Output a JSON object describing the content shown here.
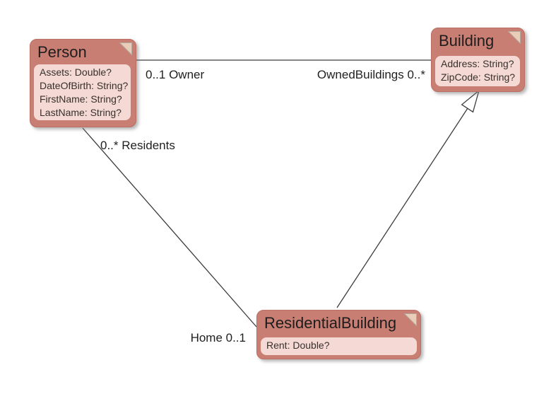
{
  "diagram": {
    "type": "uml-class-diagram",
    "colors": {
      "node-fill": "#c97e73",
      "node-border": "#bb6e63",
      "compartment-fill": "#f4d9d4",
      "fold-fill": "#e9cdb9",
      "edge-color": "#3c3c3c",
      "canvas-bg": "#ffffff"
    }
  },
  "nodes": {
    "person": {
      "title": "Person",
      "attributes": [
        "Assets: Double?",
        "DateOfBirth: String?",
        "FirstName: String?",
        "LastName: String?"
      ]
    },
    "building": {
      "title": "Building",
      "attributes": [
        "Address: String?",
        "ZipCode: String?"
      ]
    },
    "residential_building": {
      "title": "ResidentialBuilding",
      "attributes": [
        "Rent: Double?"
      ]
    }
  },
  "edges": {
    "owner_association": {
      "source_label": "0..1 Owner",
      "target_label": "OwnedBuildings 0..*"
    },
    "residents_association": {
      "source_label": "0..* Residents",
      "target_label": "Home 0..1"
    },
    "inheritance": {
      "from": "ResidentialBuilding",
      "to": "Building"
    }
  }
}
